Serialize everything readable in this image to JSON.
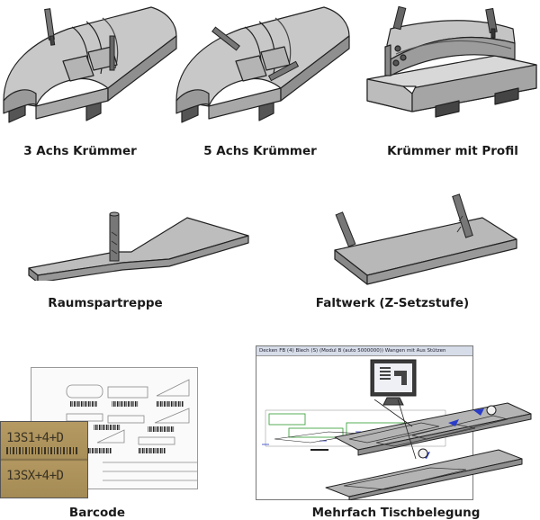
{
  "captions": {
    "c1": "3 Achs Krümmer",
    "c2": "5 Achs Krümmer",
    "c3": "Krümmer mit Profil",
    "c4": "Raumspartreppe",
    "c5": "Faltwerk (Z-Setzstufe)",
    "c6": "Barcode",
    "c7": "Mehrfach Tischbelegung"
  },
  "barcode": {
    "label_top": "13S1+4+D",
    "label_bottom": "13SX+4+D"
  },
  "software_window": {
    "title": "Decken FB (4) Blech (S) (Modul B (auto 5000000)) Wangen mit Aus Stützen"
  },
  "colors": {
    "face_light": "#d0d0d0",
    "face_mid": "#a9a9a9",
    "face_dark": "#7d7d7d",
    "outline": "#222222",
    "accent_blue": "#2a3cc8",
    "accent_green": "#2d9a2d"
  }
}
